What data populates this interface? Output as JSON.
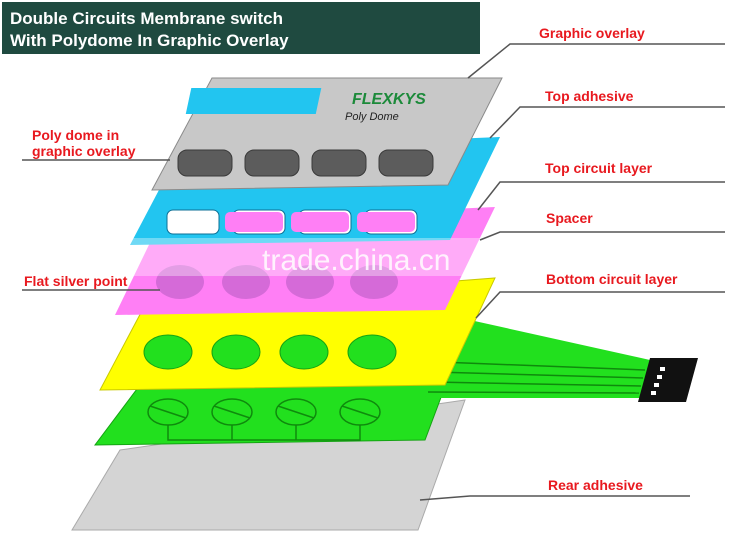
{
  "title": {
    "line1": "Double Circuits Membrane switch",
    "line2": "With Polydome In Graphic Overlay"
  },
  "overlay_brand": {
    "name": "FLEXKYS",
    "subtitle": "Poly Dome"
  },
  "labels": {
    "graphic_overlay": "Graphic overlay",
    "top_adhesive": "Top adhesive",
    "top_circuit_layer": "Top circuit layer",
    "spacer": "Spacer",
    "bottom_circuit_layer": "Bottom circuit layer",
    "rear_adhesive": "Rear adhesive",
    "poly_dome_line1": "Poly dome in",
    "poly_dome_line2": "graphic overlay",
    "flat_silver_point": "Flat silver point"
  },
  "watermark": "trade.china.cn",
  "colors": {
    "title_bg": "#1f4a40",
    "label_right": "#e8191f",
    "label_left": "#e8191f",
    "overlay": "#c8c8c8",
    "top_adhesive": "#22c5f0",
    "spacer": "#ff7ff5",
    "bottom_circuit": "#ffff00",
    "flex_tail": "#22e01e",
    "rear_adhesive": "#d4d4d4"
  },
  "key_count": 4
}
